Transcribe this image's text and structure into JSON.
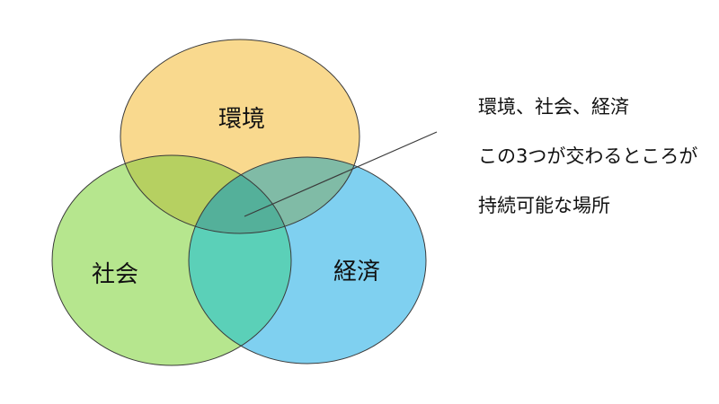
{
  "circles": {
    "environment": {
      "label": "環境",
      "color": "#F9D98E"
    },
    "society": {
      "label": "社会",
      "color": "#B6E68E"
    },
    "economy": {
      "label": "経済",
      "color": "#7FD0F0"
    }
  },
  "overlap_colors": {
    "environment_society": "#B6D061",
    "environment_economy": "#80BBA6",
    "society_economy": "#5BD0B8",
    "center": "#54B09A"
  },
  "outline_color": "#3A3A3A",
  "notes": [
    "環境、社会、経済",
    "この3つが交わるところが",
    "持続可能な場所"
  ]
}
